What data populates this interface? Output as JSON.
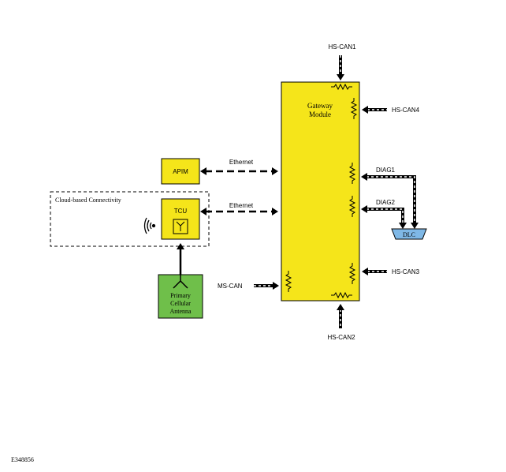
{
  "diagram": {
    "figure_id": "E348856",
    "gateway": {
      "line1": "Gateway",
      "line2": "Module"
    },
    "apim": "APIM",
    "tcu": "TCU",
    "cloud_label": "Cloud-based Connectivity",
    "antenna": {
      "line1": "Primary",
      "line2": "Cellular",
      "line3": "Antenna"
    },
    "dlc": "DLC",
    "ethernet_top": "Ethernet",
    "ethernet_bottom": "Ethernet",
    "buses": {
      "hs_can1": "HS-CAN1",
      "hs_can2": "HS-CAN2",
      "hs_can3": "HS-CAN3",
      "hs_can4": "HS-CAN4",
      "ms_can": "MS-CAN",
      "diag1": "DIAG1",
      "diag2": "DIAG2"
    },
    "colors": {
      "module_fill": "#f5e51a",
      "antenna_fill": "#6fbf4a",
      "dlc_fill": "#7fb8e6",
      "line": "#000000"
    }
  }
}
